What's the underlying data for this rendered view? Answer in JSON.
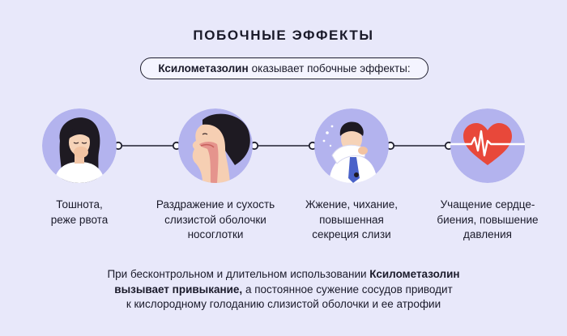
{
  "title": "ПОБОЧНЫЕ ЭФФЕКТЫ",
  "intro": {
    "drug_name": "Ксилометазолин",
    "text": "оказывает побочные эффекты:"
  },
  "effects": [
    {
      "lines": [
        "Тошнота,",
        "реже рвота"
      ],
      "icon": "nausea-woman-icon"
    },
    {
      "lines": [
        "Раздражение и сухость",
        "слизистой оболочки",
        "носоглотки"
      ],
      "icon": "nasopharynx-profile-icon"
    },
    {
      "lines": [
        "Жжение, чихание,",
        "повышенная",
        "секреция слизи"
      ],
      "icon": "sneezing-man-icon"
    },
    {
      "lines": [
        "Учащение сердце-",
        "биения, повышение",
        "давления"
      ],
      "icon": "heart-pulse-icon"
    }
  ],
  "footer": {
    "line1_prefix": "При бесконтрольном и длительном использовании ",
    "line1_bold": "Ксилометазолин",
    "line2_bold": "вызывает привыкание,",
    "line2_rest": " а постоянное сужение сосудов приводит",
    "line3": "к кислородному голоданию слизистой оболочки и ее атрофии"
  },
  "colors": {
    "background": "#e8e8fa",
    "circle": "#b3b3ee",
    "accent_red": "#e8483a",
    "text": "#1a1a2a"
  }
}
